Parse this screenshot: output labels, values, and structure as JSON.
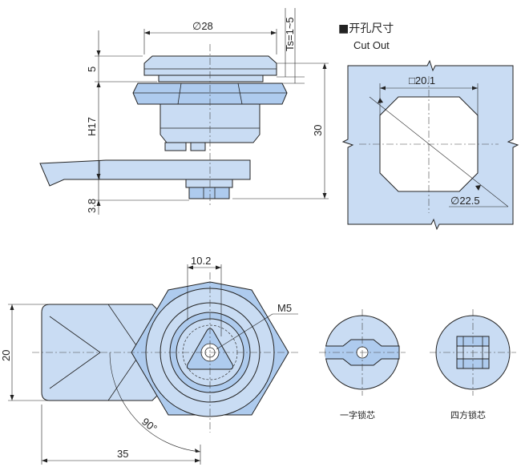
{
  "top_view": {
    "dim_diameter": "∅28",
    "dim_thickness": "Ts=1~5",
    "dim_5": "5",
    "dim_h17": "H17",
    "dim_30": "30",
    "dim_38": "3.8"
  },
  "cutout": {
    "title_cn": "■开孔尺寸",
    "title_en": "Cut Out",
    "dim_square": "□20.1",
    "dim_diameter": "∅22.5"
  },
  "front_view": {
    "dim_102": "10.2",
    "dim_m5": "M5",
    "dim_20": "20",
    "dim_90": "90°",
    "dim_35": "35"
  },
  "cores": {
    "slot_label": "一字锁芯",
    "square_label": "四方锁芯"
  },
  "colors": {
    "part_fill": "#c9dcf3",
    "cutout_fill": "#c9dcf3",
    "outline": "#222222"
  }
}
